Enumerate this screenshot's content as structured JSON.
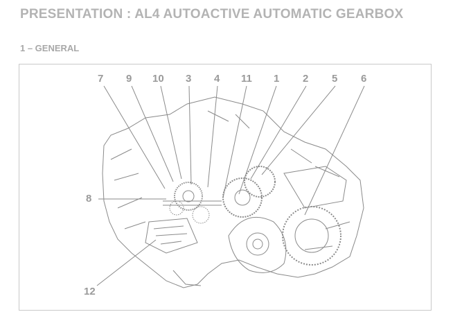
{
  "document": {
    "title": "PRESENTATION : AL4 AUTOACTIVE AUTOMATIC GEARBOX",
    "section_heading": "1 – GENERAL"
  },
  "figure": {
    "subject": "gearbox-cutaway-drawing",
    "callouts": [
      "7",
      "9",
      "10",
      "3",
      "4",
      "11",
      "1",
      "2",
      "5",
      "6",
      "8",
      "12"
    ]
  },
  "colors": {
    "text": "#a9a9a9",
    "line_art": "#8a8a8a",
    "frame": "#c9c9c9"
  }
}
